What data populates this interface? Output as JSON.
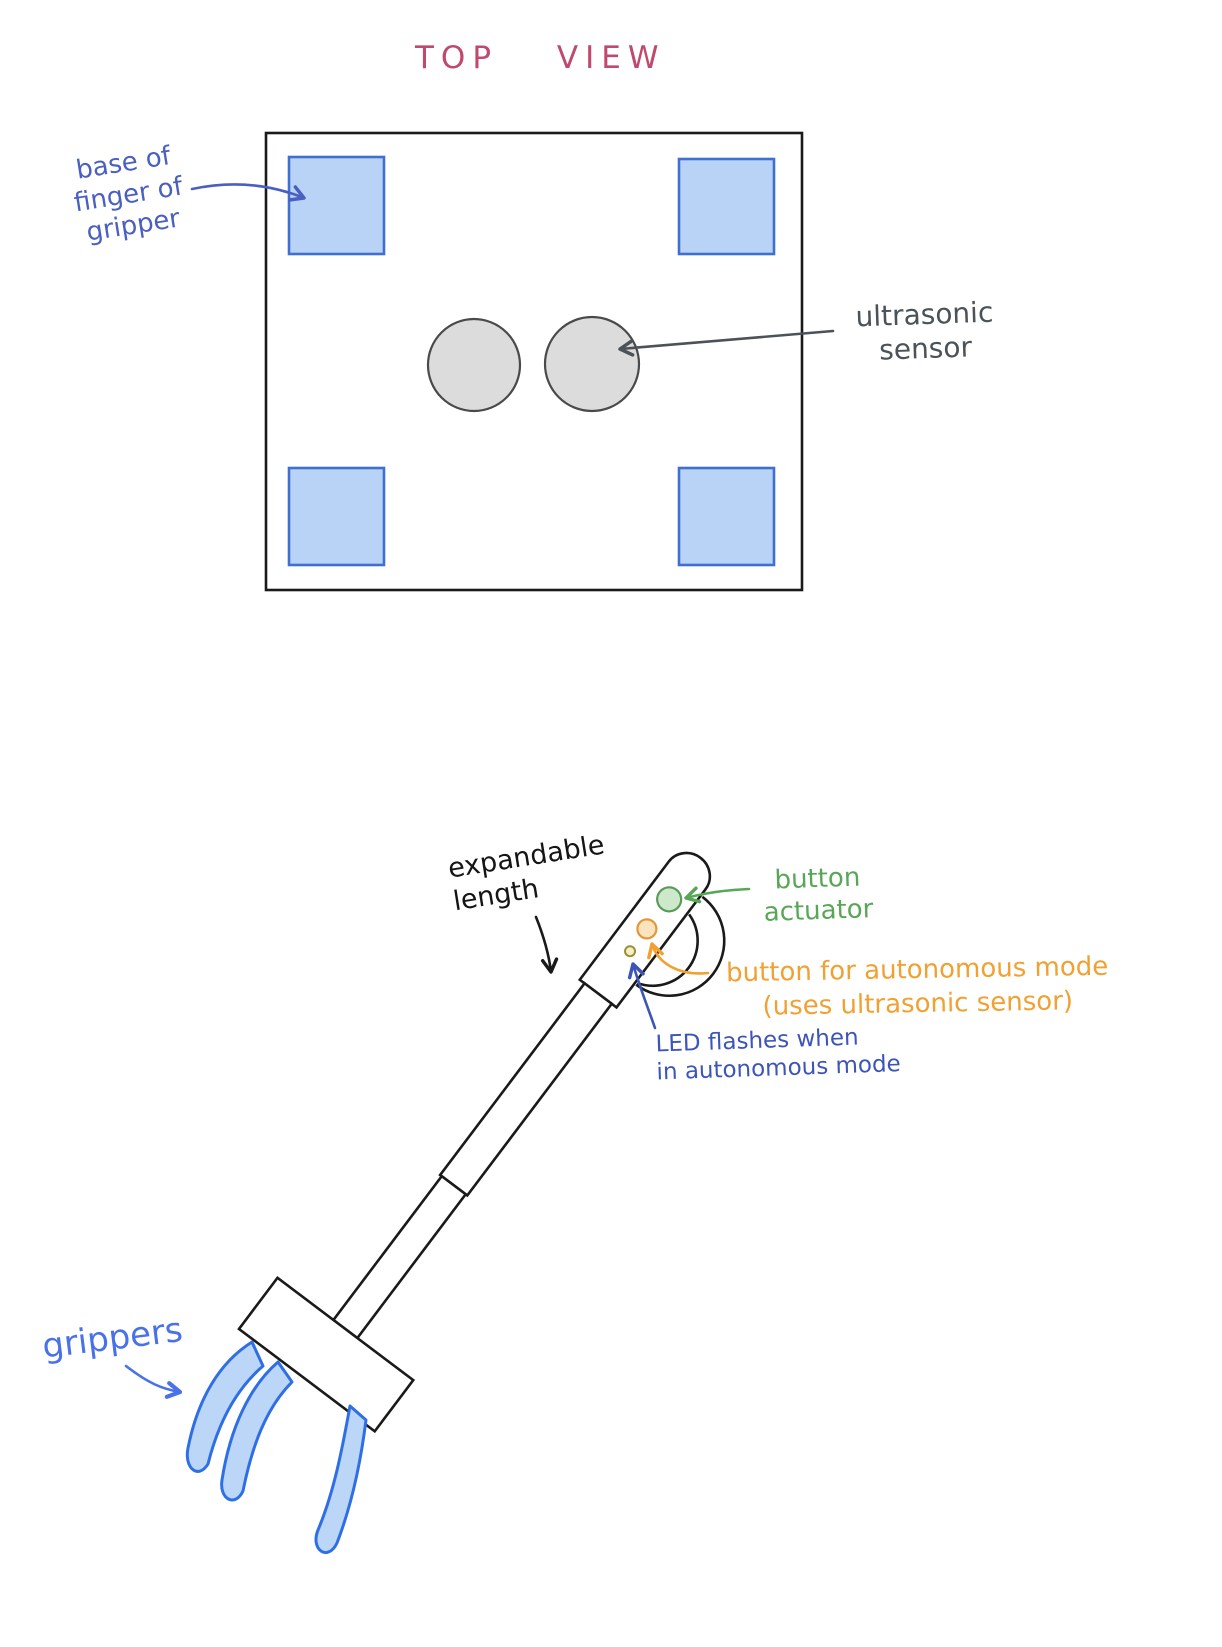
{
  "title": "TOP VIEW",
  "top_view": {
    "gripper_base_label": "base of\nfinger of\ngripper",
    "ultrasonic_label": "ultrasonic\nsensor"
  },
  "side_view": {
    "expandable_label": "expandable\nlength",
    "button_actuator_label": "button\nactuator",
    "autonomous_label": "button for autonomous mode\n(uses ultrasonic sensor)",
    "led_label": "LED flashes when\nin autonomous mode",
    "grippers_label": "grippers"
  },
  "palette": {
    "ink": "#1a1a1a",
    "title_pink": "#c04a6e",
    "label_indigo": "#4a5fc0",
    "label_gray": "#4b5258",
    "label_green": "#58a758",
    "label_orange": "#f0a132",
    "label_blue": "#3d55b8",
    "label_bright_blue": "#4a72e8",
    "finger_base_square_fill": "#b9d3f7",
    "finger_base_square_stroke": "#3e6fd1",
    "sensor_fill": "#dcdcdc",
    "button_actuator_fill": "#cde8cb",
    "autonomous_button_fill": "#fbe3bd",
    "led_fill": "#f6efc2",
    "gripper_finger_fill": "#bcd6f8",
    "gripper_finger_stroke": "#2f6fe6"
  }
}
